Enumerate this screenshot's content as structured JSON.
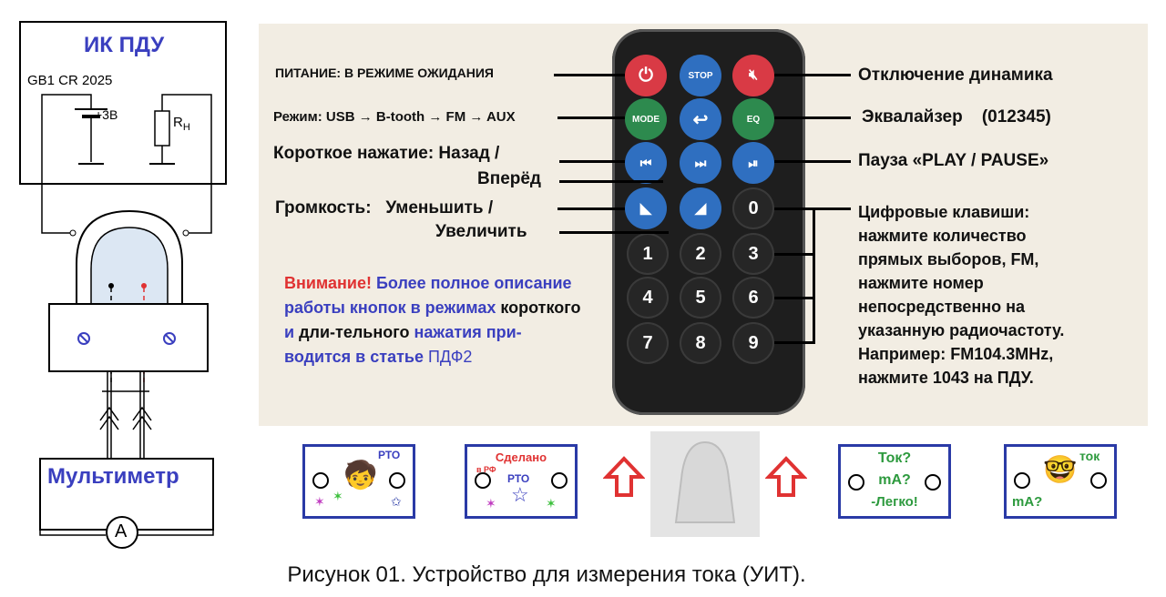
{
  "schematic": {
    "title": "ИК ПДУ",
    "battery": "GB1 CR 2025",
    "voltage": "+3В",
    "resistor": "R",
    "resistor_sub": "Н",
    "multimeter": "Мультиметр",
    "ammeter": "A"
  },
  "remote_labels": {
    "power": "ПИТАНИЕ: В РЕЖИМЕ ОЖИДАНИЯ",
    "mode": "Режим: USB → B-tooth → FM → AUX",
    "short_press_1": "Короткое нажатие: Назад /",
    "short_press_2": "Вперёд",
    "volume_1": "Громкость:   Уменьшить /",
    "volume_2": "Увеличить",
    "mute": "Отключение динамика",
    "eq": "Эквалайзер    (012345)",
    "pause": "Пауза  «PLAY / PAUSE»",
    "digits": [
      "Цифровые клавиши:",
      "нажмите количество",
      "прямых выборов, FM,",
      "нажмите номер",
      "непосредственно на",
      "указанную радиочастоту.",
      "Например: FM104.3MHz,",
      "нажмите 1043 на ПДУ."
    ]
  },
  "remote_keys": {
    "stop": "STOP",
    "mode": "MODE",
    "eq": "EQ",
    "digits": [
      "0",
      "1",
      "2",
      "3",
      "4",
      "5",
      "6",
      "7",
      "8",
      "9"
    ],
    "colors": {
      "red": "#d93a45",
      "blue": "#2f6fc0",
      "green": "#2d8a4e"
    }
  },
  "note": {
    "attention": "Внимание!",
    "part1": " Более полное описание работы кнопок в режимах",
    "part2": " короткого ",
    "part3": "и",
    "part4": " дли-тельного ",
    "part5": "нажатия при-водится в статье ",
    "part6": "ПДФ2"
  },
  "cards": {
    "card1_tag": "РТО",
    "card2_line1": "Сделано",
    "card2_line2": "в РФ",
    "card2_tag": "РТО",
    "card4_line1": "Ток?",
    "card4_line2": "mA?",
    "card4_line3": "-Легко!",
    "card5_line1": "ток",
    "card5_line2": "mA?"
  },
  "caption": "Рисунок 01. Устройство для измерения тока (УИТ)."
}
